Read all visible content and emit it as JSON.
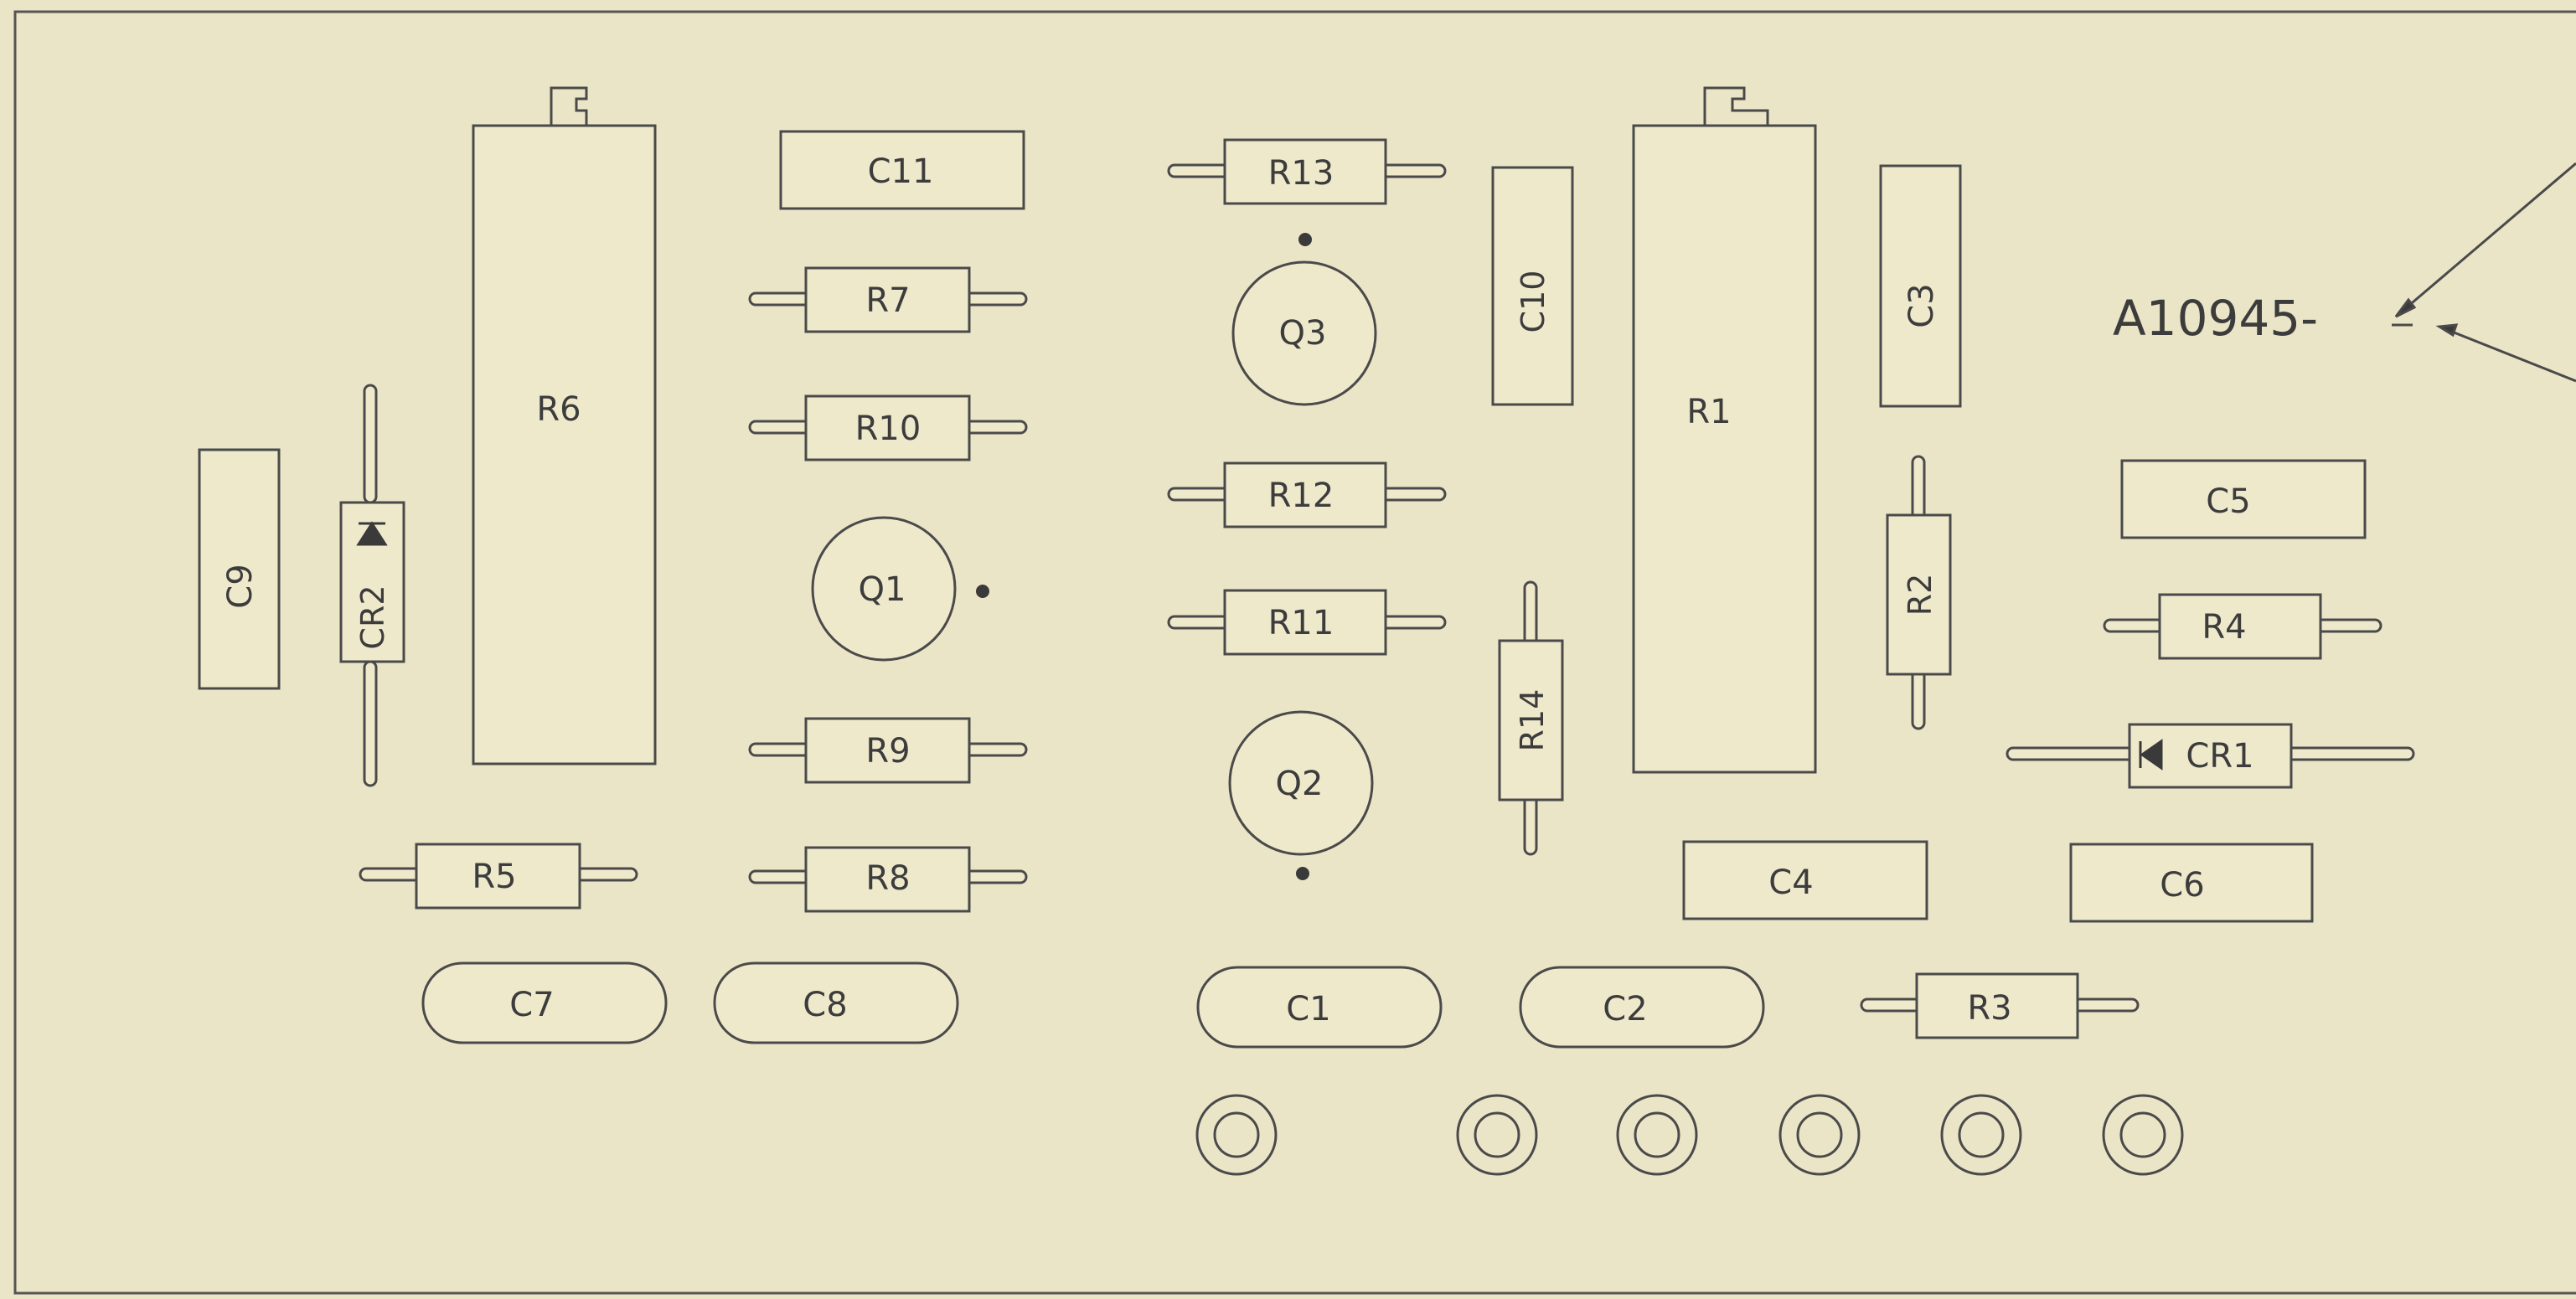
{
  "drawing": {
    "part_number": "A10945-",
    "colors": {
      "paper": "#efe9cd",
      "ink": "#4a4a4a",
      "shadow": "#e3dcbd"
    }
  },
  "components": {
    "C1": "C1",
    "C2": "C2",
    "C3": "C3",
    "C4": "C4",
    "C5": "C5",
    "C6": "C6",
    "C7": "C7",
    "C8": "C8",
    "C9": "C9",
    "C10": "C10",
    "C11": "C11",
    "R1": "R1",
    "R2": "R2",
    "R3": "R3",
    "R4": "R4",
    "R5": "R5",
    "R6": "R6",
    "R7": "R7",
    "R8": "R8",
    "R9": "R9",
    "R10": "R10",
    "R11": "R11",
    "R12": "R12",
    "R13": "R13",
    "R14": "R14",
    "Q1": "Q1",
    "Q2": "Q2",
    "Q3": "Q3",
    "CR1": "CR1",
    "CR2": "CR2"
  }
}
